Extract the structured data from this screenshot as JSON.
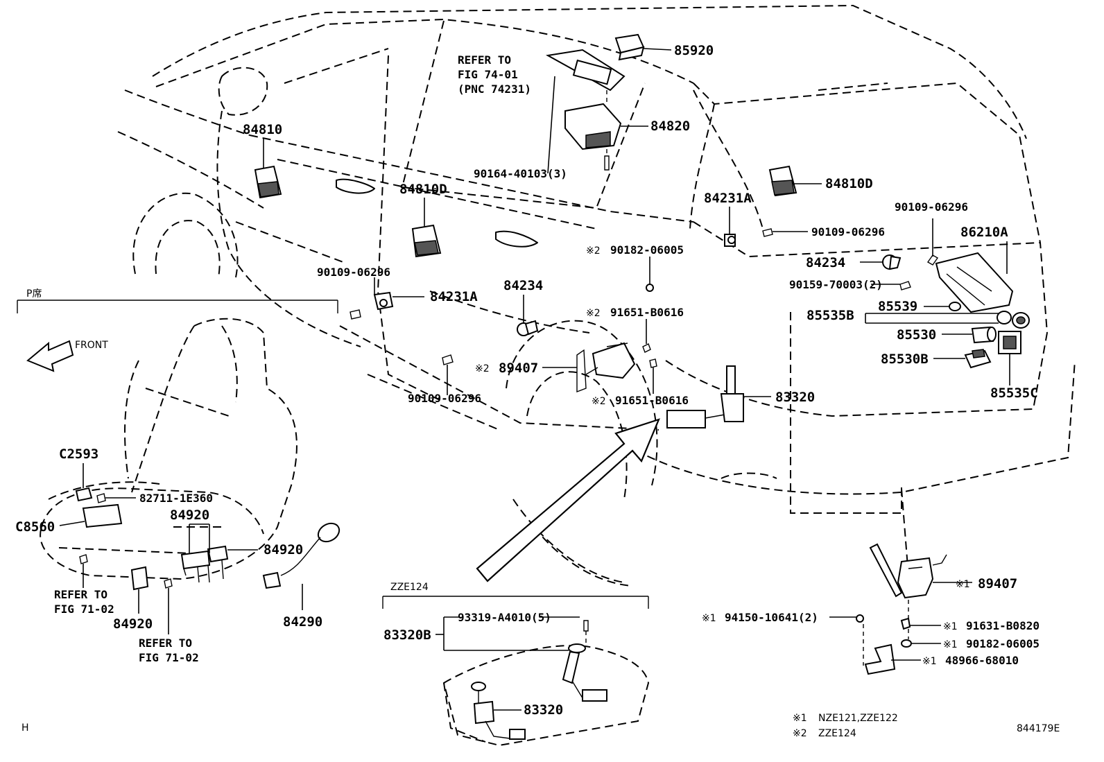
{
  "callouts": {
    "c85920": "85920",
    "refer_74_l1": "REFER TO",
    "refer_74_l2": "FIG 74-01",
    "refer_74_l3": "(PNC 74231)",
    "c84820": "84820",
    "c84810_top": "84810",
    "c90164": "90164-40103(3)",
    "c84810D_mid": "84810D",
    "c84810D_right": "84810D",
    "c84231A_right": "84231A",
    "c90109_a": "90109-06296",
    "c90109_b": "90109-06296",
    "c86210A": "86210A",
    "c84234_right": "84234",
    "c90159": "90159-70003(2)",
    "c85539": "85539",
    "c85535B": "85535B",
    "c85530": "85530",
    "c85530B": "85530B",
    "c85535C": "85535C",
    "c90182_mid": "90182-06005",
    "c91651_a": "91651-B0616",
    "c91651_b": "91651-B0616",
    "c89407_mid": "89407",
    "c83320_mid": "83320",
    "c84234_mid": "84234",
    "c84231A_mid": "84231A",
    "c90109_left": "90109-06296",
    "c90109_low": "90109-06296",
    "c89407_inset": "89407",
    "c94150": "94150-10641(2)",
    "c91631": "91631-B0820",
    "c90182_inset": "90182-06005",
    "c48966": "48966-68010",
    "c83320B": "83320B",
    "c93319": "93319-A4010(5)",
    "c83320_low": "83320",
    "c2593": "C2593",
    "c82711": "82711-1E360",
    "c8560": "C8560",
    "c84920_a": "84920",
    "c84920_b": "84920",
    "c84920_c": "84920",
    "c84290": "84290",
    "refer_71a_l1": "REFER TO",
    "refer_71a_l2": "FIG 71-02",
    "refer_71b_l1": "REFER TO",
    "refer_71b_l2": "FIG 71-02"
  },
  "marks": {
    "note1": "※1",
    "note2": "※2"
  },
  "sections": {
    "seat_title": "P席",
    "front_label": "FRONT",
    "zze124_title": "ZZE124"
  },
  "legend": {
    "line1_mark": "※1",
    "line1_text": "NZE121,ZZE122",
    "line2_mark": "※2",
    "line2_text": "ZZE124"
  },
  "footer": {
    "left_code": "H",
    "figure_id": "844179E"
  }
}
